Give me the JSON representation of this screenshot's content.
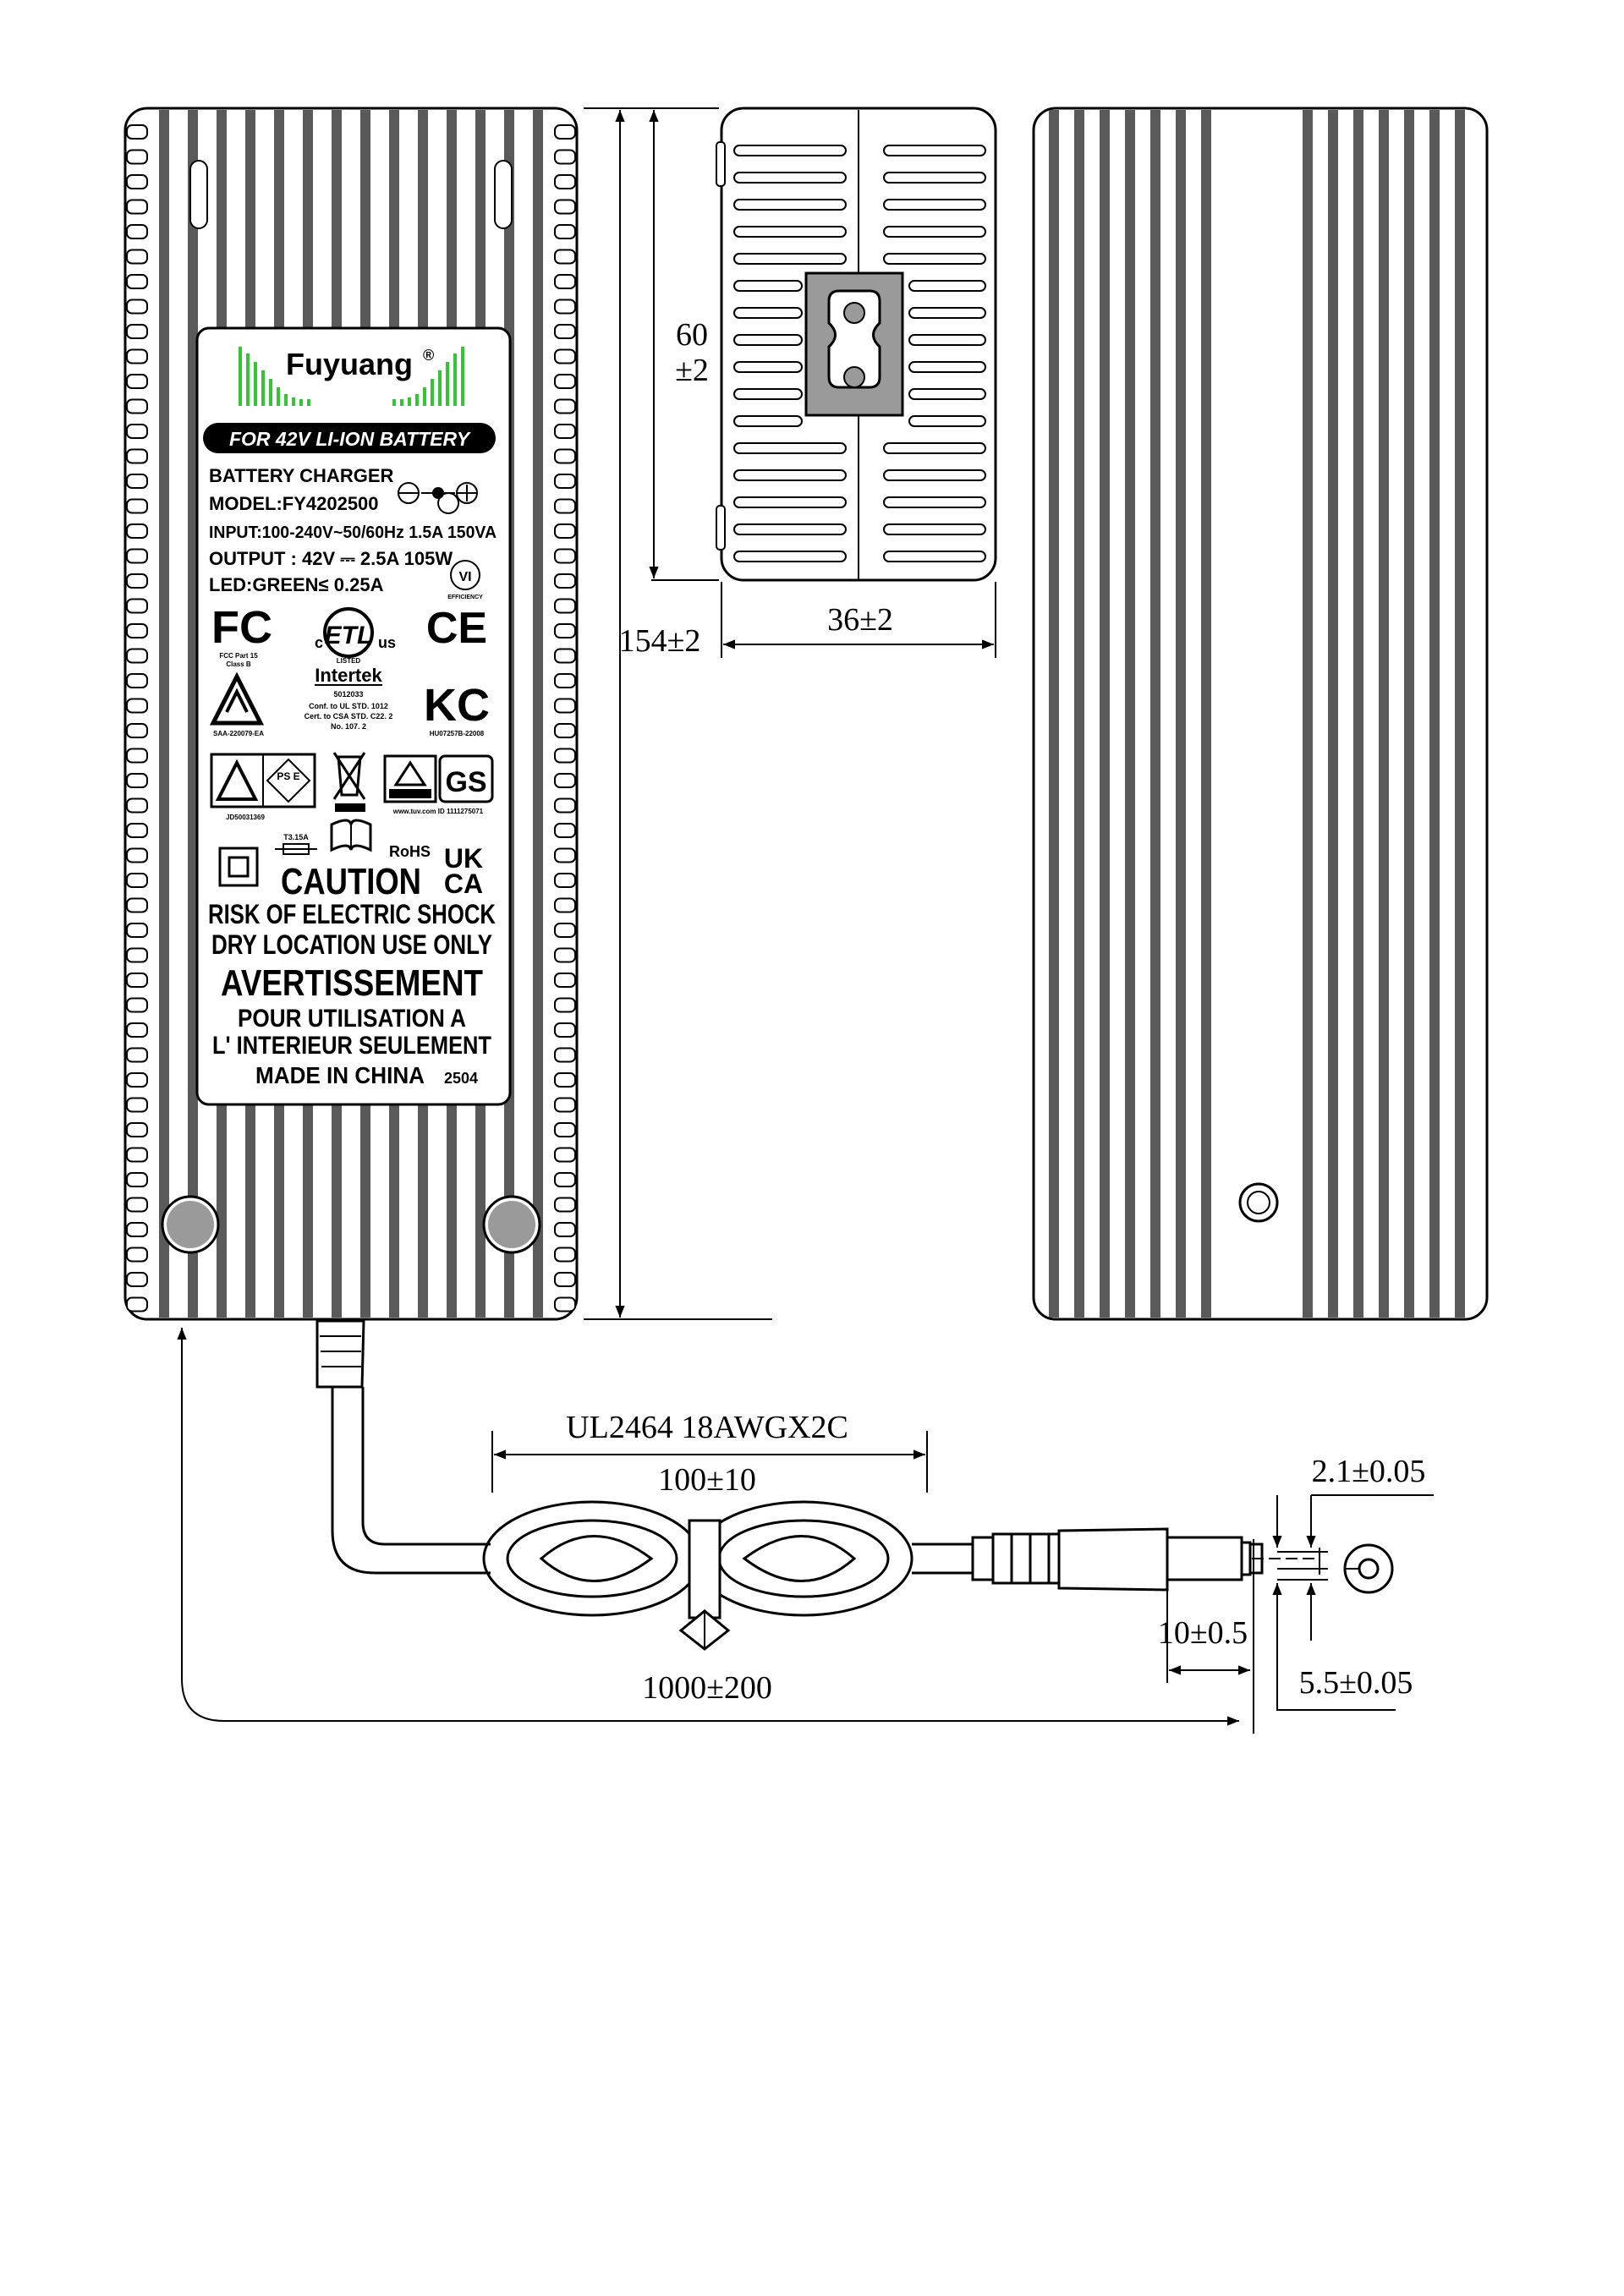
{
  "colors": {
    "line": "#000000",
    "fin": "#5a5a5a",
    "brand_green": "#35c435",
    "label_bg": "#ffffff",
    "knob": "#9a9a9a"
  },
  "label": {
    "brand": "Fuyuang",
    "registered": "®",
    "banner": "FOR 42V LI-ION BATTERY",
    "product": "BATTERY CHARGER",
    "model": "MODEL:FY4202500",
    "input": "INPUT:100-240V~50/60Hz 1.5A 150VA",
    "output": "OUTPUT : 42V ⎓ 2.5A 105W",
    "led": "LED:GREEN≤ 0.25A",
    "vi_mark": "VI",
    "vi_sub": "EFFICIENCY",
    "fc_mark": "FC",
    "fc_sub1": "FCC Part 15",
    "fc_sub2": "Class B",
    "etl_c": "c",
    "etl_mark": "ETL",
    "etl_us": "us",
    "etl_listed": "LISTED",
    "intertek": "Intertek",
    "intertek_no": "5012033",
    "conf1": "Conf. to UL STD. 1012",
    "conf2": "Cert. to CSA STD. C22. 2",
    "conf3": "No. 107. 2",
    "ce_mark": "CE",
    "kc_mark": "KC",
    "kc_no": "HU07257B-22008",
    "saa_no": "SAA-220079-EA",
    "pse_mark": "PS E",
    "jet_no": "JD50031369",
    "tuv_web": "www.tuv.com  ID 1111275071",
    "gs_mark": "GS",
    "fuse": "T3.15A",
    "rohs": "RoHS",
    "ukca1": "UK",
    "ukca2": "CA",
    "caution": "CAUTION",
    "shock": "RISK OF ELECTRIC SHOCK",
    "dry": "DRY LOCATION USE ONLY",
    "avert": "AVERTISSEMENT",
    "pour": "POUR UTILISATION A",
    "interieur": "L' INTERIEUR SEULEMENT",
    "made": "MADE IN CHINA",
    "date": "2504"
  },
  "dimensions": {
    "height_inlet": [
      "60",
      "±2"
    ],
    "length": "154±2",
    "width": "36±2",
    "cable_spec": "UL2464 18AWGX2C",
    "coil": "100±10",
    "cable_len": "1000±200",
    "plug_len": "10±0.5",
    "inner_dia": "2.1±0.05",
    "outer_dia": "5.5±0.05"
  }
}
